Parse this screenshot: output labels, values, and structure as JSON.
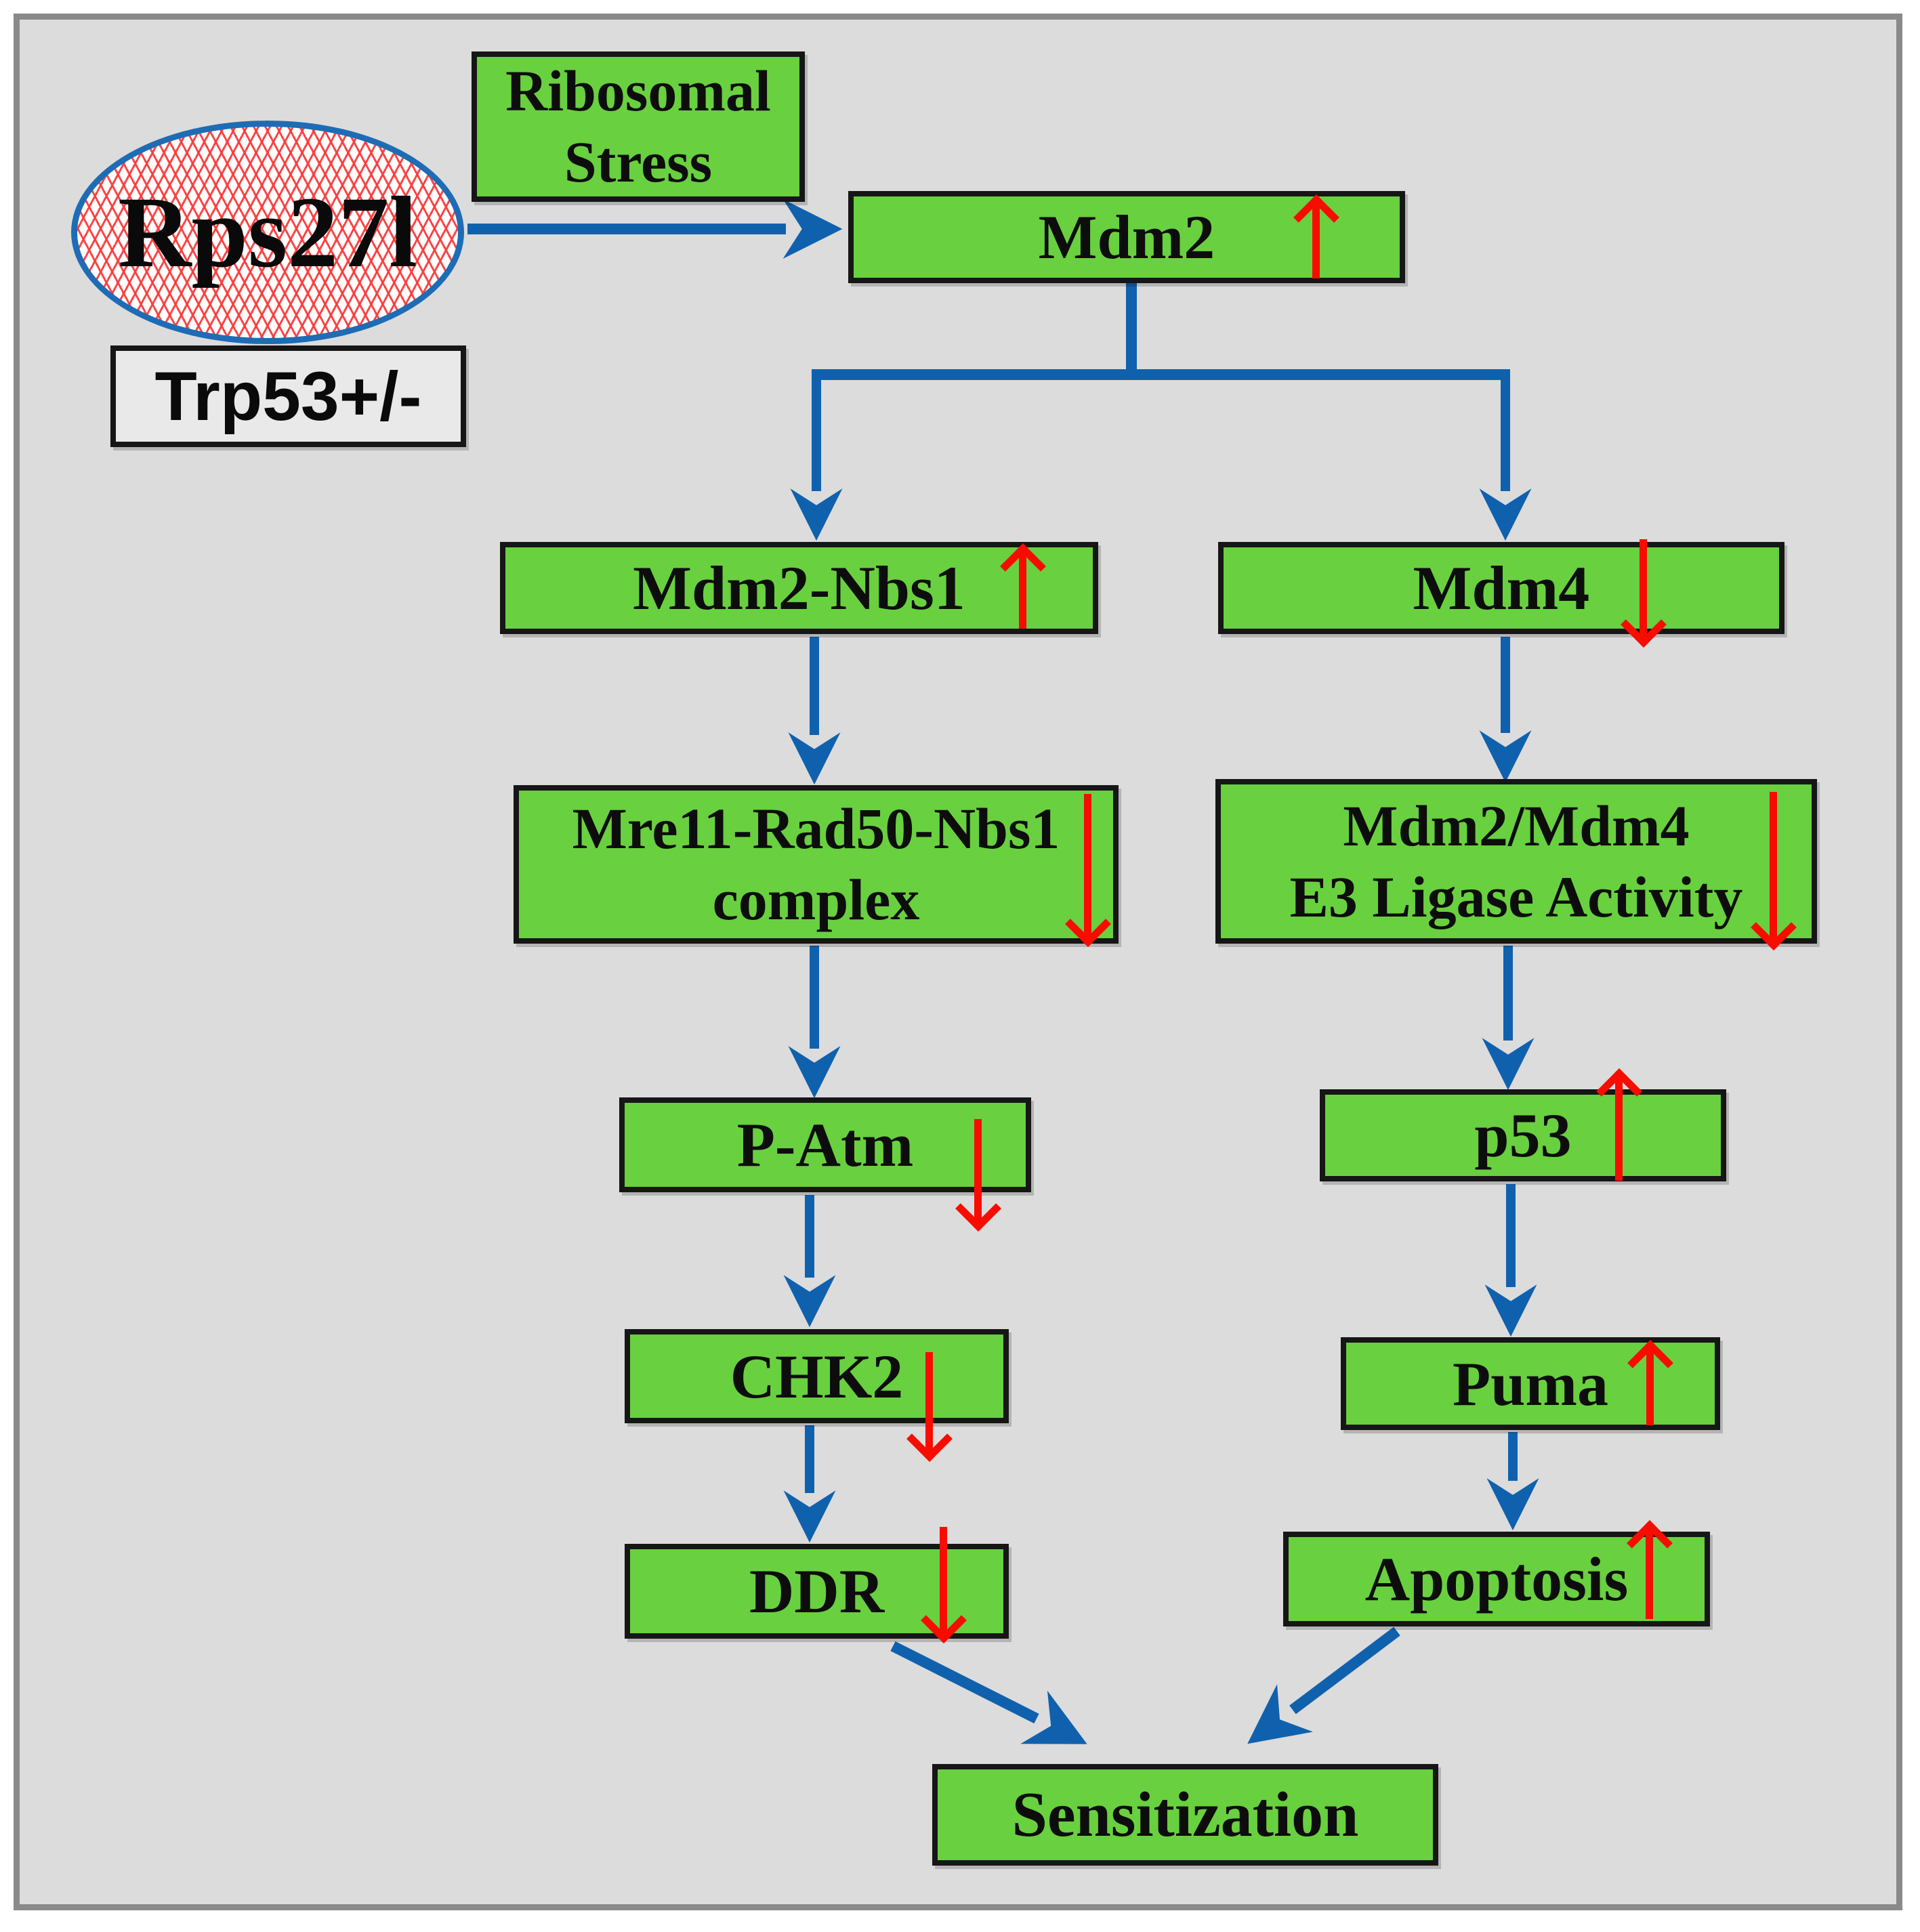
{
  "figure": {
    "source_label": "Rps27l",
    "genotype_label": "Trp53+/-",
    "stress": {
      "line1": "Ribosomal",
      "line2": "Stress"
    },
    "nodes": {
      "mdm2": {
        "label": "Mdm2",
        "trend": "up"
      },
      "mdm2_nbs1": {
        "label": "Mdm2-Nbs1",
        "trend": "up"
      },
      "mrn": {
        "line1": "Mre11-Rad50-Nbs1",
        "line2": "complex",
        "trend": "down"
      },
      "patm": {
        "label": "P-Atm",
        "trend": "down"
      },
      "chk2": {
        "label": "CHK2",
        "trend": "down"
      },
      "ddr": {
        "label": "DDR",
        "trend": "down"
      },
      "mdm4": {
        "label": "Mdm4",
        "trend": "down"
      },
      "e3_ligase": {
        "line1": "Mdm2/Mdm4",
        "line2": "E3 Ligase Activity",
        "trend": "down"
      },
      "p53": {
        "label": "p53",
        "trend": "up"
      },
      "puma": {
        "label": "Puma",
        "trend": "up"
      },
      "apoptosis": {
        "label": "Apoptosis",
        "trend": "up"
      },
      "sensitization": {
        "label": "Sensitization"
      }
    },
    "colors": {
      "background": "#dcdcdc",
      "node_green": "#69d03f",
      "connector_blue": "#0f61ae",
      "trend_red": "#f80c00",
      "ellipse_border_blue": "#1e6cb5",
      "ellipse_hatch_red": "#fa3c3c",
      "context_fill": "#e9e9e9"
    }
  }
}
